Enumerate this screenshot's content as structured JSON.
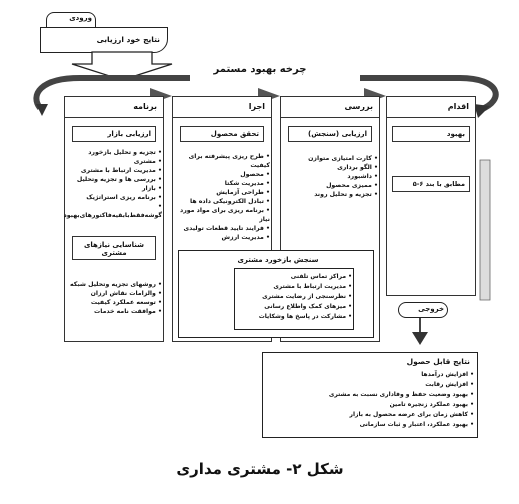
{
  "input": {
    "label": "ورودی",
    "title": "نتایج خود ارزیابی"
  },
  "cycle_title": "چرخه بهبود مستمر",
  "columns": [
    {
      "title": "برنامه",
      "sub_title": "ارزیابی بازار",
      "items": [
        "تجزیه و تحلیل بازخورد",
        "مشتری",
        "مدیریت ارتباط با مشتری",
        "بررسی ها و تجزیه وتحلیل",
        "بازار",
        "برنامه ریزی استراتژیک",
        "گوشه‌فقط‌با‌بقیه‌فاکتورهای‌بهبود‌"
      ],
      "sub2_title": "شناسایی نیازهای مشتری",
      "items2": [
        "روشهای تجزیه وتحلیل شبکه",
        "والزامات نقاش ارزان",
        "توسعه عملکرد کیفیت",
        "موافقت نامه خدمات"
      ]
    },
    {
      "title": "اجرا",
      "sub_title": "تحقق محصول",
      "items": [
        "طرح ریزی پیشرفته برای کیفیت",
        "محصول",
        "مدیریت شکتا",
        "طراحی آزمایش",
        "تبادل الکترونیکی داده ها",
        "برنامه ریزی برای مواد مورد نیاز",
        "فرایند تایید قطعات تولیدی",
        "مدیریت ارزش"
      ]
    },
    {
      "title": "بررسی",
      "sub_title": "ارزیابی (سنجش)",
      "items": [
        "کارت امتیازی متوازن",
        "الگو برداری",
        "داشبورد",
        "ممیزی محصول",
        "تجزیه و تحلیل روند"
      ]
    },
    {
      "title": "اقدام",
      "sub_title": "بهبود",
      "sub_note": "مطابق با بند ۶-۵"
    }
  ],
  "feedback": {
    "title": "سنجش بازخورد مشتری",
    "items": [
      "مراکز تماس تلفنی",
      "مدیریت ارتباط با مشتری",
      "نظرسنجی از رضایت مشتری",
      "میزهای کمک واطلاع رسانی",
      "مشارکت در پاسخ ها وشکایات"
    ]
  },
  "output": {
    "label": "خروجی",
    "title": "نتایج قابل حصول",
    "items": [
      "افزایش درآمدها",
      "افزایش رقابت",
      "بهبود وضعیت حفظ و وفاداری نسبت به مشتری",
      "بهبود عملکرد زنجیره تامین",
      "کاهش زمان برای عرضه محصول به بازار",
      "بهبود عملکرد، اعتبار و ثبات سازمانی"
    ]
  },
  "caption": "شکل ۲- مشتری مداری"
}
